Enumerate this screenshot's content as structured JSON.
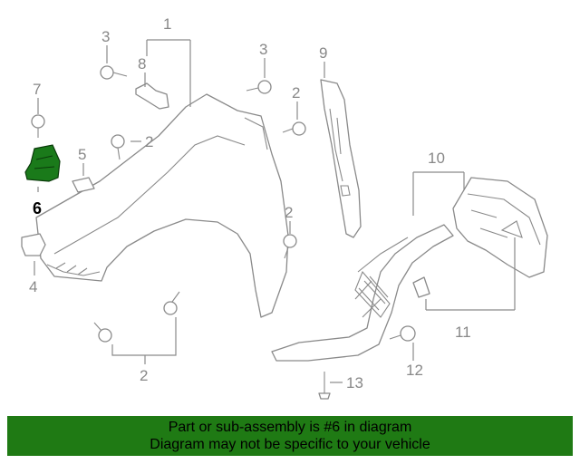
{
  "diagram": {
    "callouts": {
      "c1": "1",
      "c2a": "2",
      "c2b": "2",
      "c2c": "2",
      "c2d": "2",
      "c3a": "3",
      "c3b": "3",
      "c4": "4",
      "c5": "5",
      "c6": "6",
      "c7": "7",
      "c8": "8",
      "c9": "9",
      "c10": "10",
      "c11": "11",
      "c12": "12",
      "c13": "13"
    },
    "highlighted_part": "6",
    "highlight_color": "#1a7a1a"
  },
  "banner": {
    "line1": "Part or sub-assembly is #6 in diagram",
    "line2": "Diagram may not be specific to your vehicle",
    "background": "#1f7a14"
  }
}
